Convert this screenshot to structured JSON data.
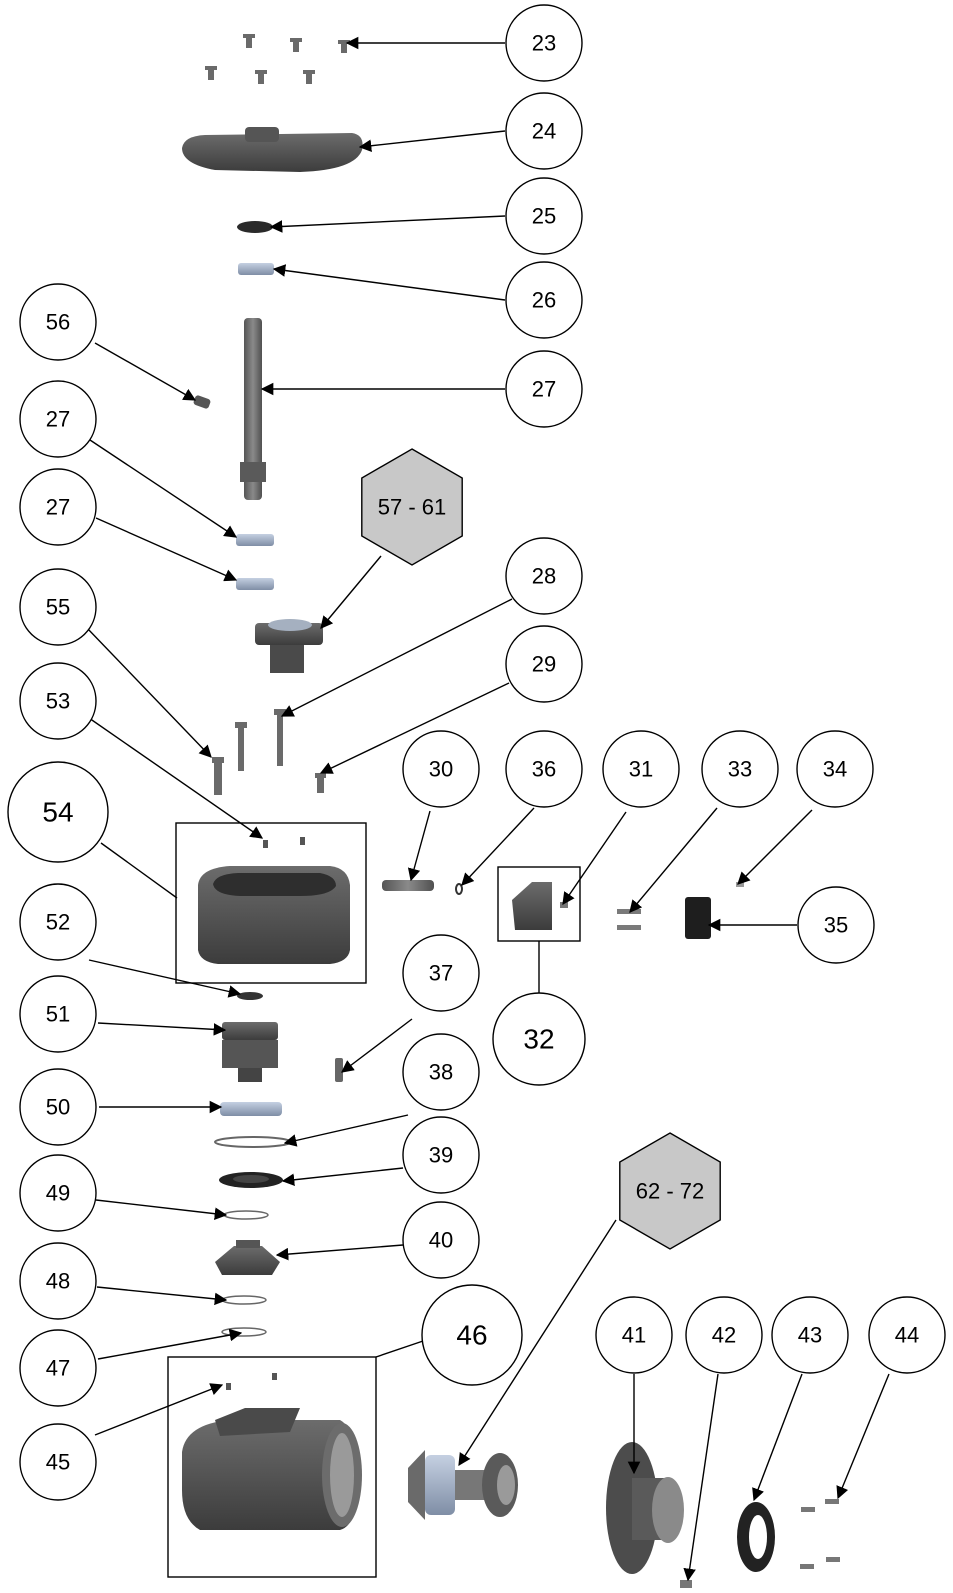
{
  "callouts": [
    {
      "id": "c23",
      "label": "23"
    },
    {
      "id": "c24",
      "label": "24"
    },
    {
      "id": "c25",
      "label": "25"
    },
    {
      "id": "c26",
      "label": "26"
    },
    {
      "id": "c27a",
      "label": "27"
    },
    {
      "id": "c56",
      "label": "56"
    },
    {
      "id": "c27b",
      "label": "27"
    },
    {
      "id": "c27c",
      "label": "27"
    },
    {
      "id": "c28",
      "label": "28"
    },
    {
      "id": "c55",
      "label": "55"
    },
    {
      "id": "c29",
      "label": "29"
    },
    {
      "id": "c53",
      "label": "53"
    },
    {
      "id": "c30",
      "label": "30"
    },
    {
      "id": "c36",
      "label": "36"
    },
    {
      "id": "c31",
      "label": "31"
    },
    {
      "id": "c33",
      "label": "33"
    },
    {
      "id": "c34",
      "label": "34"
    },
    {
      "id": "c54",
      "label": "54"
    },
    {
      "id": "c35",
      "label": "35"
    },
    {
      "id": "c52",
      "label": "52"
    },
    {
      "id": "c37",
      "label": "37"
    },
    {
      "id": "c32",
      "label": "32"
    },
    {
      "id": "c51",
      "label": "51"
    },
    {
      "id": "c38",
      "label": "38"
    },
    {
      "id": "c50",
      "label": "50"
    },
    {
      "id": "c39",
      "label": "39"
    },
    {
      "id": "c49",
      "label": "49"
    },
    {
      "id": "c40",
      "label": "40"
    },
    {
      "id": "c48",
      "label": "48"
    },
    {
      "id": "c47",
      "label": "47"
    },
    {
      "id": "c46",
      "label": "46"
    },
    {
      "id": "c41",
      "label": "41"
    },
    {
      "id": "c42",
      "label": "42"
    },
    {
      "id": "c43",
      "label": "43"
    },
    {
      "id": "c44",
      "label": "44"
    },
    {
      "id": "c45",
      "label": "45"
    }
  ],
  "subassemblies": [
    {
      "id": "h1",
      "label": "57 - 61"
    },
    {
      "id": "h2",
      "label": "62 - 72"
    }
  ],
  "colors": {
    "part_dark": "#4a4a4a",
    "part_mid": "#7a7a7a",
    "part_light": "#b4b4b4",
    "washer_blue": "#9fb0c8",
    "hex_fill": "#c8c8c8"
  }
}
